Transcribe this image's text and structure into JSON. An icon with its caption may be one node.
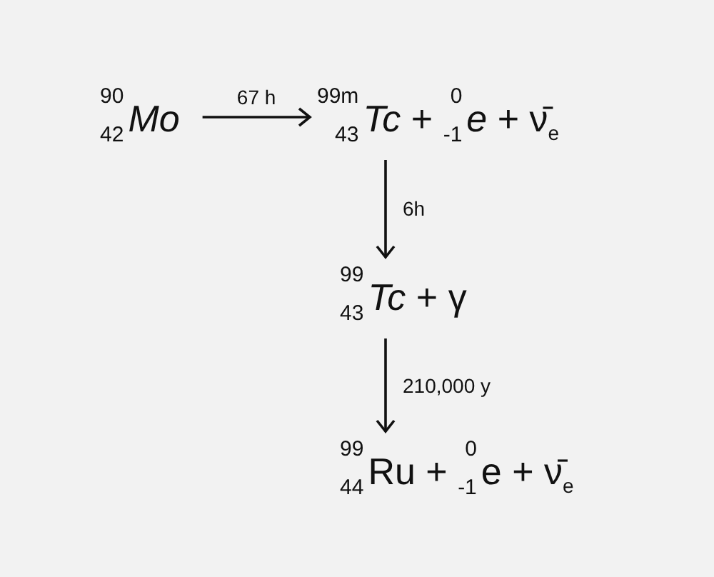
{
  "diagram": {
    "nodes": [
      {
        "text": [
          "$^{90}$$_{42}$*Mo*"
        ]
      },
      {
        "text": [
          "$^{99m}$$_{43}$*Tc* + $^{0}$$_{-1}$*e* + ν̄$_{e}$"
        ]
      },
      {
        "text": [
          "$^{99}$$_{43}$*Tc* + γ"
        ]
      },
      {
        "text": [
          "$^{99}$$_{44}$Ru + $^{0}$$_{-1}$e + ν̄$_{e}$"
        ]
      }
    ],
    "edges": [
      {
        "from": 0,
        "to": 1,
        "arrow": "to",
        "label": "67 h"
      },
      {
        "from": 1,
        "to": 2,
        "arrow": "to",
        "label": "6h"
      },
      {
        "from": 2,
        "to": 3,
        "arrow": "to",
        "label": "210,000 y"
      }
    ]
  }
}
